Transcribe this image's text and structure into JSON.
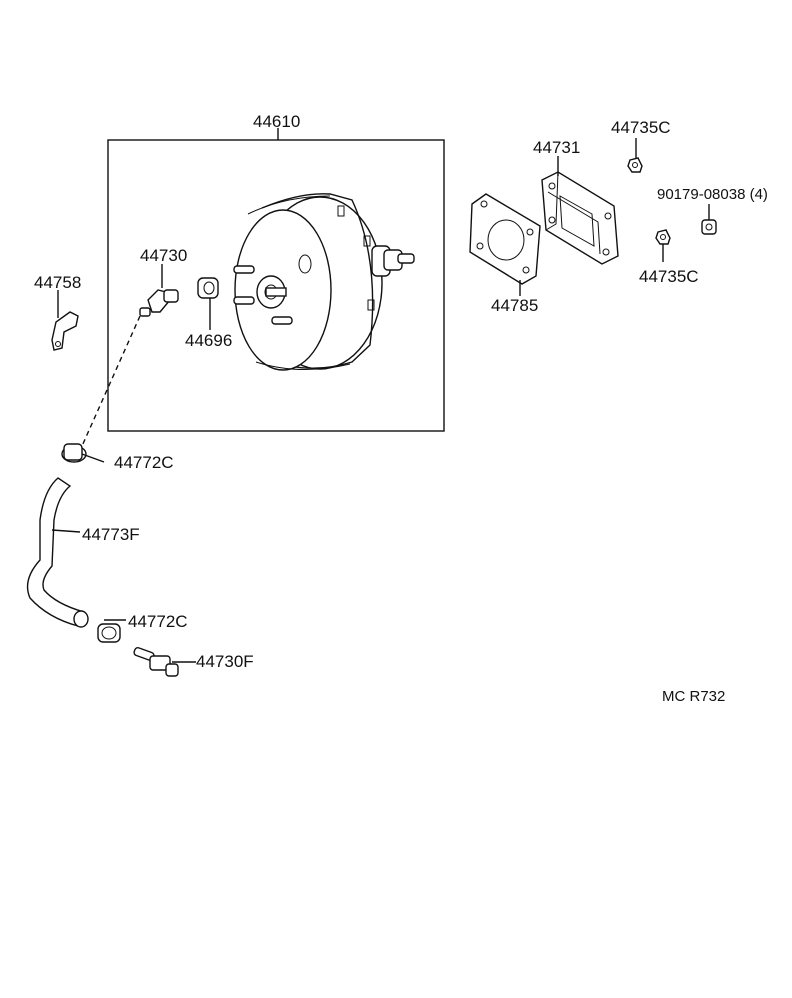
{
  "labels": {
    "booster_assy": "44610",
    "check_valve": "44730",
    "grommet": "44696",
    "bracket": "44758",
    "clamp_upper": "44772C",
    "hose": "44773F",
    "clamp_lower": "44772C",
    "union": "44730F",
    "spacer": "44731",
    "gasket": "44785",
    "nut_upper": "44735C",
    "nut_lower": "44735C",
    "bolt": "90179-08038 (4)",
    "diagram_code": "MC R732"
  }
}
